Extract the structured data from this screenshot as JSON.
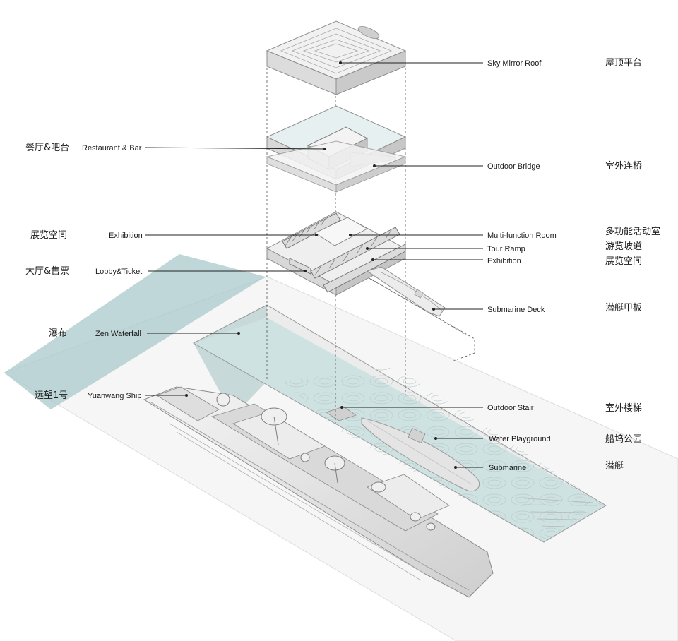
{
  "labels_left": [
    {
      "en": "Restaurant & Bar",
      "zh": "餐厅&吧台"
    },
    {
      "en": "Exhibition",
      "zh": "展览空间"
    },
    {
      "en": "Lobby&Ticket",
      "zh": "大厅&售票"
    },
    {
      "en": "Zen Waterfall",
      "zh": "瀑布"
    },
    {
      "en": "Yuanwang Ship",
      "zh": "远望1号"
    }
  ],
  "labels_right": [
    {
      "en": "Sky Mirror Roof",
      "zh": "屋顶平台"
    },
    {
      "en": "Outdoor Bridge",
      "zh": "室外连桥"
    },
    {
      "en": "Multi-function Room",
      "zh": "多功能活动室"
    },
    {
      "en": "Tour Ramp",
      "zh": "游览坡道"
    },
    {
      "en": "Exhibition",
      "zh": "展览空间"
    },
    {
      "en": "Submarine Deck",
      "zh": "潜艇甲板"
    },
    {
      "en": "Outdoor Stair",
      "zh": "室外楼梯"
    },
    {
      "en": "Water Playground",
      "zh": "船坞公园"
    },
    {
      "en": "Submarine",
      "zh": "潜艇"
    }
  ],
  "colors": {
    "water": "#a9c9cb",
    "water_light": "#cfe2e2",
    "model": "#e6e6e6",
    "model_dark": "#bdbdbd",
    "leader": "#222222"
  }
}
